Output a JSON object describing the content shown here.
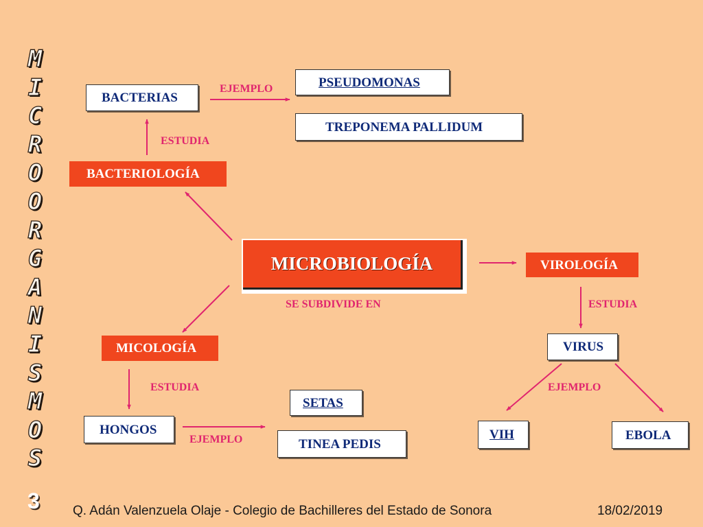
{
  "side_title": [
    "M",
    "I",
    "C",
    "R",
    "O",
    "O",
    "R",
    "G",
    "A",
    "N",
    "I",
    "S",
    "M",
    "O",
    "S"
  ],
  "central": "MICROBIOLOGÍA",
  "subdivide_label": "SE  SUBDIVIDE EN",
  "bacteriologia": {
    "branch": "BACTERIOLOGÍA",
    "studies_label": "ESTUDIA",
    "studies": "BACTERIAS",
    "example_label": "EJEMPLO",
    "examples": [
      "PSEUDOMONAS",
      "TREPONEMA PALLIDUM"
    ]
  },
  "virologia": {
    "branch": "VIROLOGÍA",
    "studies_label": "ESTUDIA",
    "studies": "VIRUS",
    "example_label": "EJEMPLO",
    "examples": [
      "VIH",
      "EBOLA"
    ]
  },
  "micologia": {
    "branch": "MICOLOGÍA",
    "studies_label": "ESTUDIA",
    "studies": "HONGOS",
    "example_label": "EJEMPLO",
    "examples": [
      "SETAS",
      "TINEA PEDIS"
    ]
  },
  "slide_number": "3",
  "footer": {
    "author": "Q. Adán Valenzuela Olaje - Colegio de Bachilleres del Estado de Sonora",
    "date": "18/02/2019"
  },
  "colors": {
    "background": "#FBC896",
    "accent_red": "#F0461E",
    "arrow": "#E0256E",
    "box_text": "#0F2A78"
  }
}
